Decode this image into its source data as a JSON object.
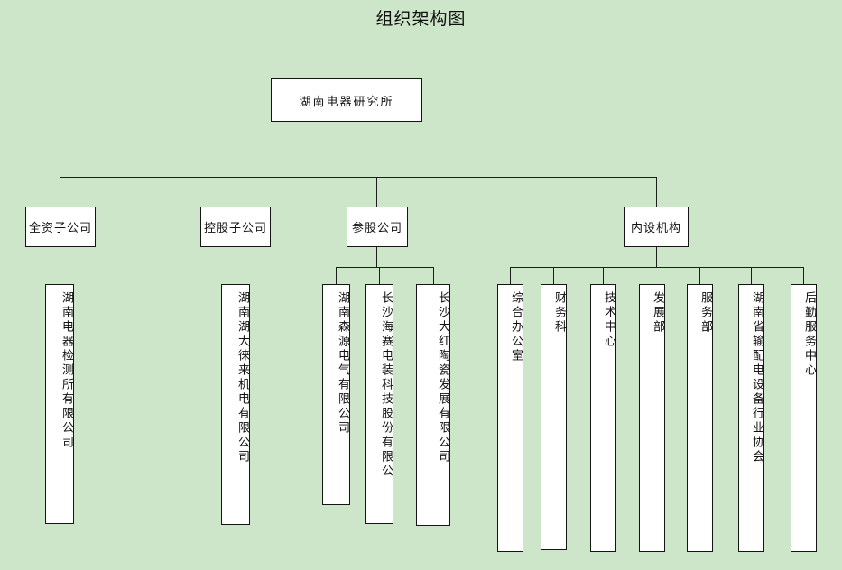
{
  "title": "组织架构图",
  "colors": {
    "background": "#cde5c8",
    "box_fill": "#ffffff",
    "box_border": "#151515",
    "connector": "#1d1d1d",
    "text": "#111111"
  },
  "root": {
    "label": "湖南电器研究所"
  },
  "groups": [
    {
      "label": "全资子公司",
      "children": [
        {
          "label": "湖南电器检测所有限公司"
        }
      ]
    },
    {
      "label": "控股子公司",
      "children": [
        {
          "label": "湖南湖大徕来机电有限公司"
        }
      ]
    },
    {
      "label": "参股公司",
      "children": [
        {
          "label": "湖南森源电气有限公司"
        },
        {
          "label": "长沙海赛电装科技股份有限公"
        },
        {
          "label": "长沙大红陶瓷发展有限公司"
        }
      ]
    },
    {
      "label": "内设机构",
      "children": [
        {
          "label": "综合办公室"
        },
        {
          "label": "财务科"
        },
        {
          "label": "技术中心"
        },
        {
          "label": "发展部"
        },
        {
          "label": "服务部"
        },
        {
          "label": "湖南省输配电设备行业协会"
        },
        {
          "label": "后勤服务中心"
        }
      ]
    }
  ]
}
